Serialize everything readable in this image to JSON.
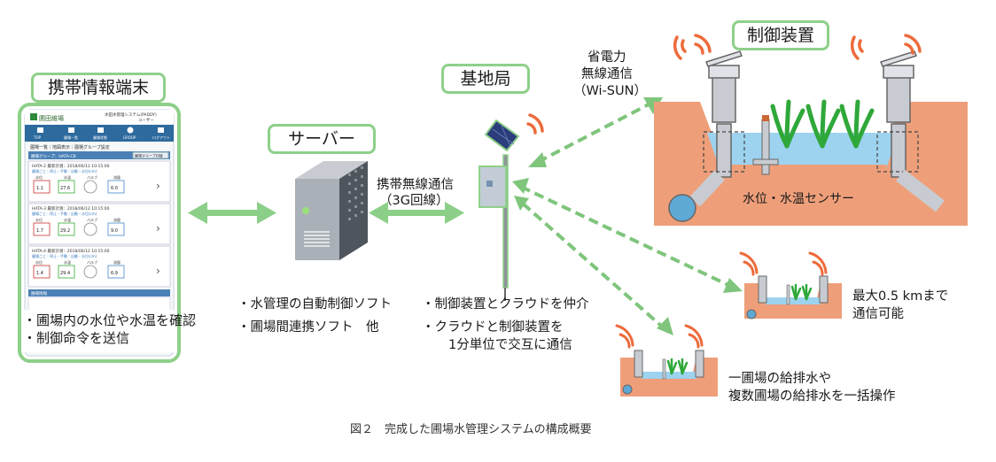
{
  "labels": {
    "mobile": "携帯情報端末",
    "server": "サーバー",
    "base_station": "基地局",
    "controller": "制御装置"
  },
  "links": {
    "mobile_3g_line1": "携帯無線通信",
    "mobile_3g_line2": "（3G回線）",
    "wisun_line1": "省電力",
    "wisun_line2": "無線通信",
    "wisun_line3": "（Wi-SUN）"
  },
  "notes": {
    "mobile_1": "・圃場内の水位や水温を確認",
    "mobile_2": "・制御命令を送信",
    "server_1": "・水管理の自動制御ソフト",
    "server_2": "・圃場間連携ソフト　他",
    "station_1": "・制御装置とクラウドを仲介",
    "station_2": "・クラウドと制御装置を",
    "station_3": "1分単位で交互に通信",
    "sensor": "水位・水温センサー",
    "range_1": "最大0.5 kmまで",
    "range_2": "通信可能",
    "batch_1": "一圃場の給排水や",
    "batch_2": "複数圃場の給排水を一括操作"
  },
  "caption": "図２　完成した圃場水管理システムの構成概要",
  "phone_screen": {
    "logo": "圃田維場",
    "header_title": "水田水管理システム(PADDY)",
    "header_sub": "ユーザー",
    "nav": [
      "TOP",
      "圃場一覧",
      "圃場状態",
      "GROUP",
      "ログアウト"
    ],
    "breadcrumb": "圃場一覧｜地図表示｜圃場グループ設定",
    "group_label": "圃場グループ：HATA-CB",
    "group_button": "圃場グループ切替",
    "cards": [
      {
        "title": "HATA-2 最新計測：2018/06/12 10:15:00",
        "link": "圃場ごと｜停止・手動｜自動・水位(cm)",
        "labels": [
          "水位",
          "水温",
          "バルブ",
          "流量"
        ],
        "values": [
          "1.1",
          "27.6",
          "",
          "6.0"
        ]
      },
      {
        "title": "HATA-3 最新計測：2018/06/12 10:15:00",
        "link": "圃場ごと｜停止・手動｜自動・水位(cm)",
        "labels": [
          "水位",
          "水温",
          "バルブ",
          "流量"
        ],
        "values": [
          "1.7",
          "29.2",
          "",
          "9.0"
        ]
      },
      {
        "title": "HATA-4 最新計測：2018/06/12 10:15:00",
        "link": "圃場ごと｜停止・手動｜自動・水位(cm)",
        "labels": [
          "水位",
          "水温",
          "バルブ",
          "流量"
        ],
        "values": [
          "1.4",
          "29.4",
          "",
          "6.9"
        ]
      }
    ],
    "footer_label": "圃場情報"
  },
  "colors": {
    "label_border": "#8ed08a",
    "arrow": "#8ccf88",
    "arrow_dash": "#7fc57c",
    "soil": "#ee9f7a",
    "water": "#9dd3ef",
    "plant": "#2fa83a",
    "signal": "#ee6b3b",
    "phone_header": "#2d6a9e"
  }
}
